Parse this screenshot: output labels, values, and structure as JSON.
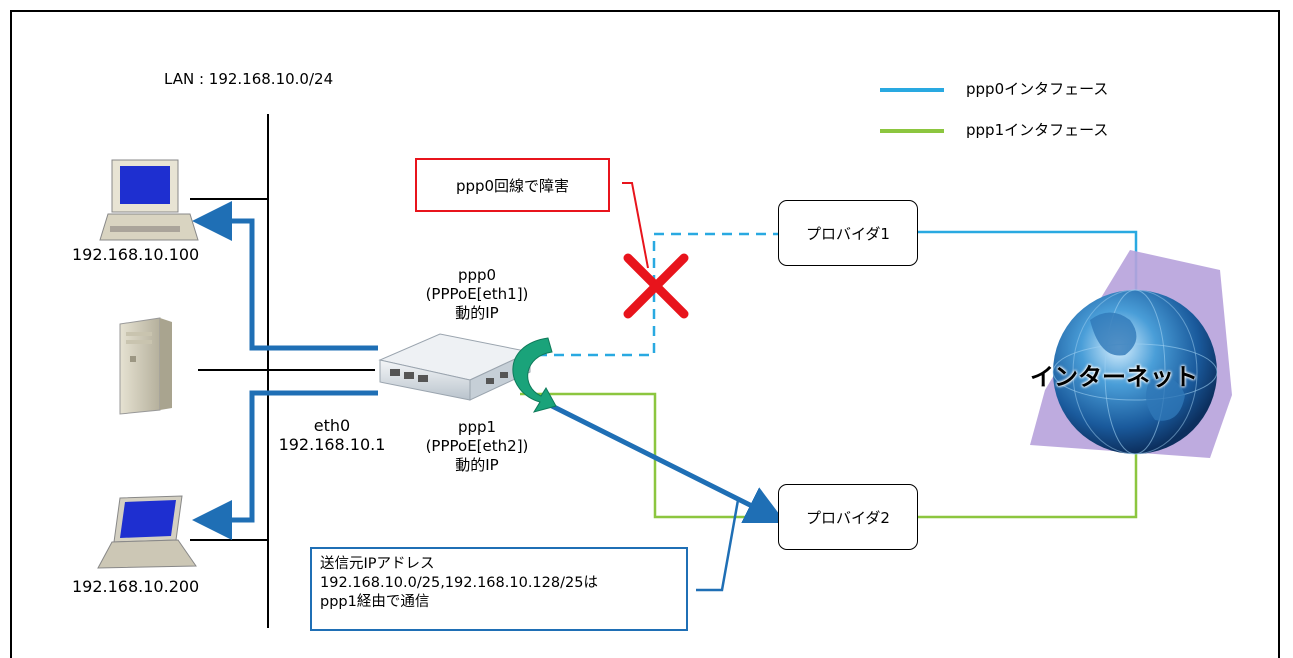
{
  "lan_label": "LAN : 192.168.10.0/24",
  "legend": [
    {
      "label": "ppp0インタフェース",
      "color": "#29a9e1"
    },
    {
      "label": "ppp1インタフェース",
      "color": "#8cc63f"
    }
  ],
  "alert_box": "ppp0回線で障害",
  "hosts": {
    "pc1_ip": "192.168.10.100",
    "pc2_ip": "192.168.10.200"
  },
  "router": {
    "ppp0": [
      "ppp0",
      "(PPPoE[eth1])",
      "動的IP"
    ],
    "ppp1": [
      "ppp1",
      "(PPPoE[eth2])",
      "動的IP"
    ],
    "eth0": [
      "eth0",
      "192.168.10.1"
    ]
  },
  "providers": {
    "provider1": "プロバイダ1",
    "provider2": "プロバイダ2"
  },
  "internet_label": "インターネット",
  "note_box": [
    "送信元IPアドレス",
    "192.168.10.0/25,192.168.10.128/25は",
    "ppp1経由で通信"
  ],
  "colors": {
    "ppp0_line": "#29a9e1",
    "ppp1_line": "#8cc63f",
    "route_arrow": "#1f6fb5",
    "failure_mark": "#e8141c",
    "switch_arrow": "#1aa37a"
  }
}
